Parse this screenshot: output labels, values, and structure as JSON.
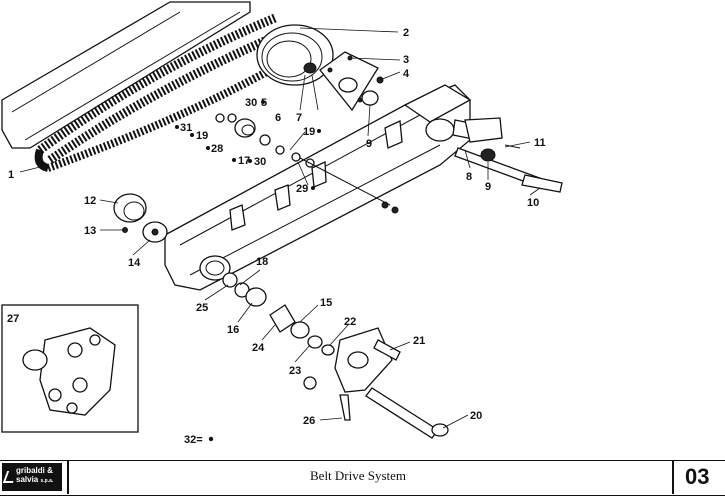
{
  "diagram": {
    "callouts": [
      "1",
      "2",
      "3",
      "4",
      "5",
      "6",
      "7",
      "8",
      "9",
      "9",
      "10",
      "11",
      "12",
      "13",
      "14",
      "15",
      "16",
      "17",
      "18",
      "19",
      "19",
      "20",
      "21",
      "22",
      "23",
      "24",
      "25",
      "26",
      "27",
      "28",
      "29",
      "30",
      "30",
      "31",
      "32"
    ],
    "legend_note": "32="
  },
  "footer": {
    "logo_line1": "gribaldi &",
    "logo_line2": "salvia",
    "logo_suffix": "s.p.a.",
    "title": "Belt Drive System",
    "page_number": "03"
  }
}
